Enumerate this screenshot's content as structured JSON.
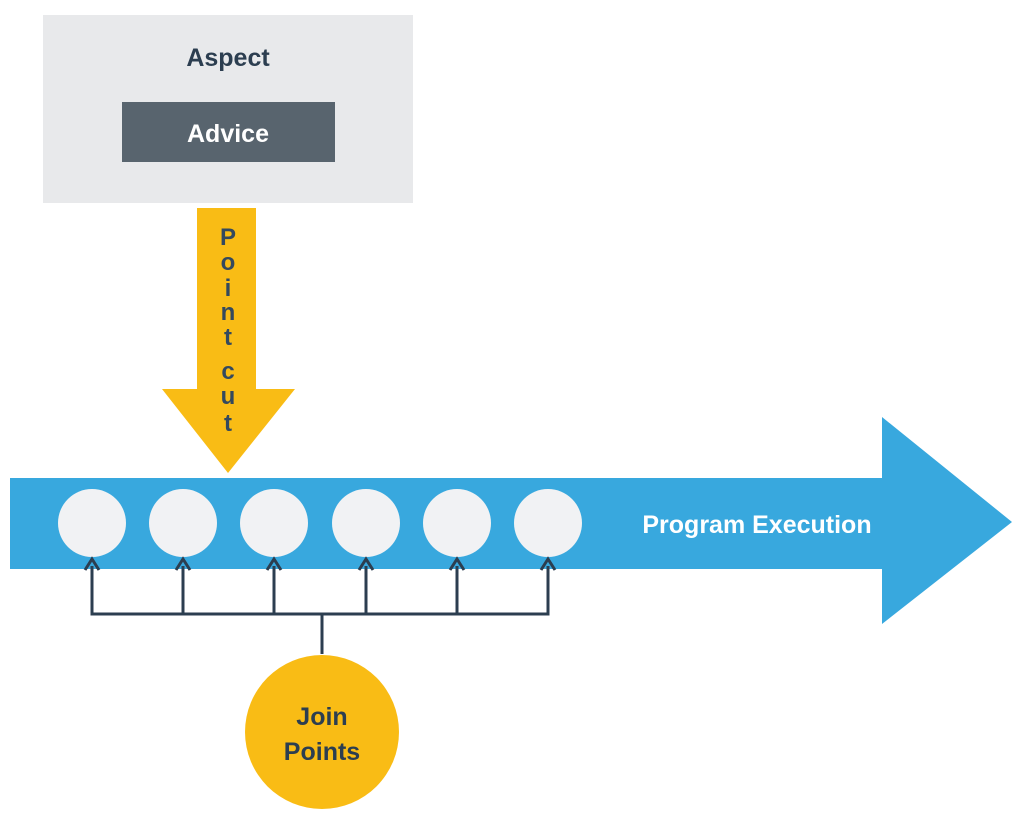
{
  "aspect": {
    "title": "Aspect",
    "advice_label": "Advice"
  },
  "pointcut": {
    "letters": [
      "P",
      "o",
      "i",
      "n",
      "t",
      "c",
      "u",
      "t"
    ]
  },
  "execution": {
    "label": "Program Execution",
    "join_point_count": 6
  },
  "join_points": {
    "label_line1": "Join",
    "label_line2": "Points"
  },
  "colors": {
    "aspect_box": "#E8E9EB",
    "advice_box": "#58646E",
    "advice_text": "#FFFFFF",
    "pointcut_arrow": "#F9BC15",
    "pointcut_text": "#34495E",
    "execution_arrow": "#38A8DE",
    "execution_text": "#FFFFFF",
    "join_point_circle": "#F1F2F4",
    "connector_line": "#2C3E50",
    "join_points_circle": "#F9BC15",
    "dark_text": "#2C3E50"
  }
}
